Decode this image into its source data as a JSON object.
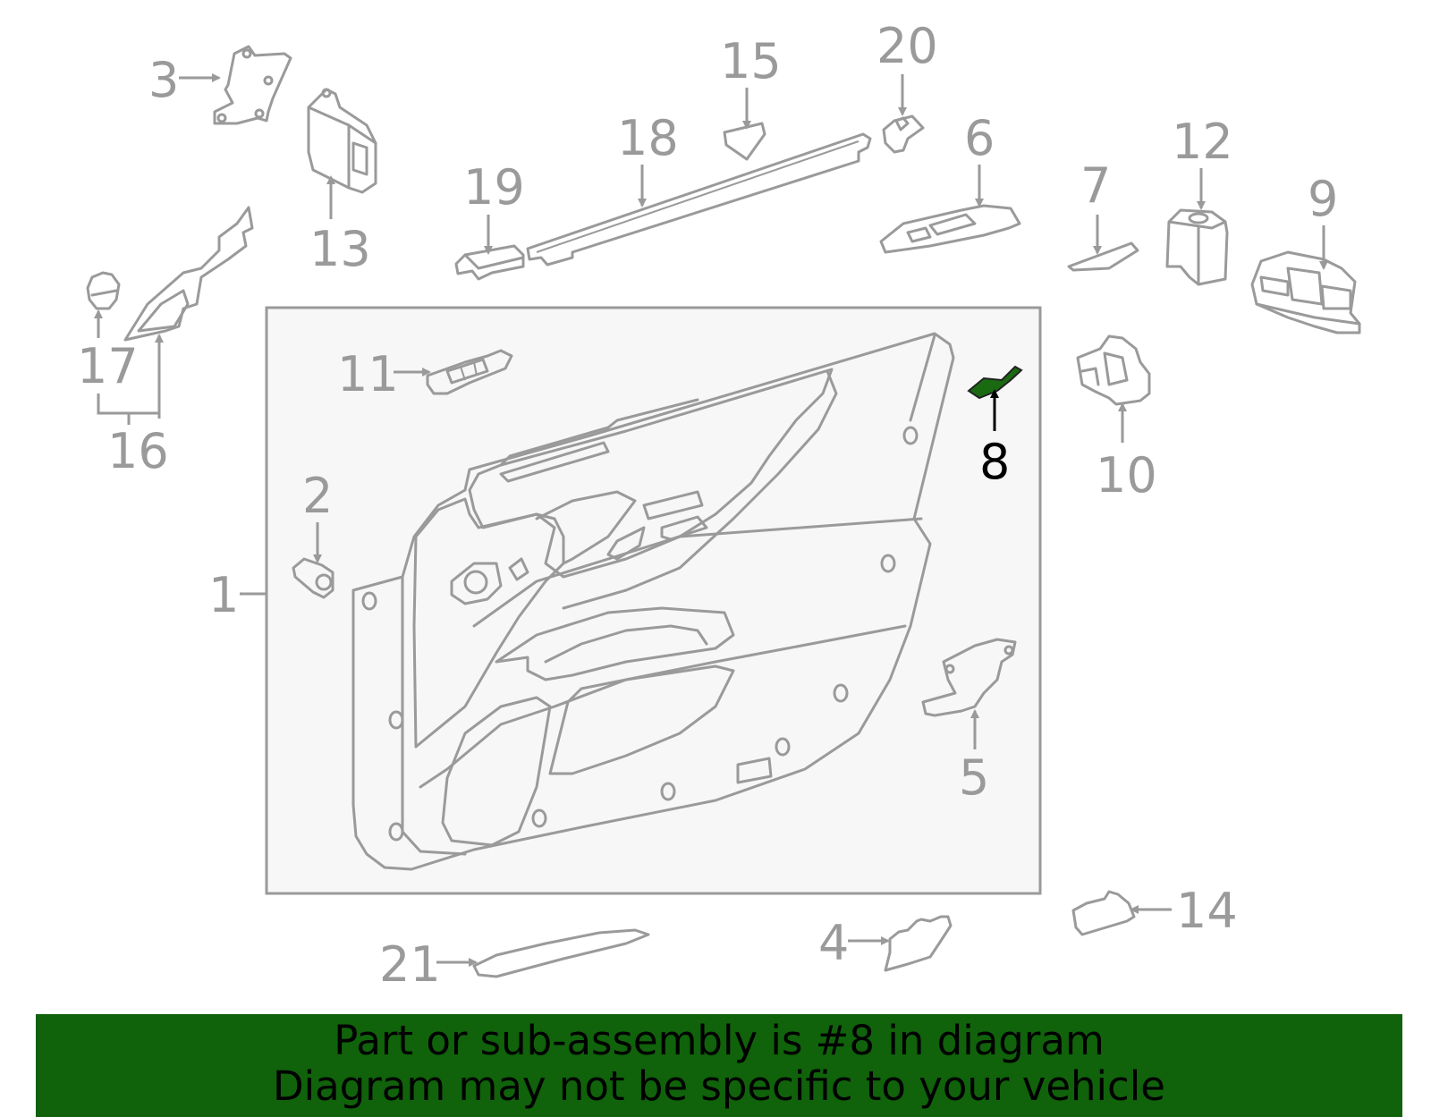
{
  "colors": {
    "part_stroke": "#9a9a9a",
    "highlight_part": "#1a6a12",
    "banner_bg": "#10620b",
    "panel_bg": "#f7f7f7"
  },
  "callouts": {
    "c1": "1",
    "c2": "2",
    "c3": "3",
    "c4": "4",
    "c5": "5",
    "c6": "6",
    "c7": "7",
    "c8": "8",
    "c9": "9",
    "c10": "10",
    "c11": "11",
    "c12": "12",
    "c13": "13",
    "c14": "14",
    "c15": "15",
    "c16": "16",
    "c17": "17",
    "c18": "18",
    "c19": "19",
    "c20": "20",
    "c21": "21"
  },
  "highlighted_part": "8",
  "banner": {
    "line1": "Part or sub-assembly is #8 in diagram",
    "line2": "Diagram may not be specific to your vehicle"
  }
}
